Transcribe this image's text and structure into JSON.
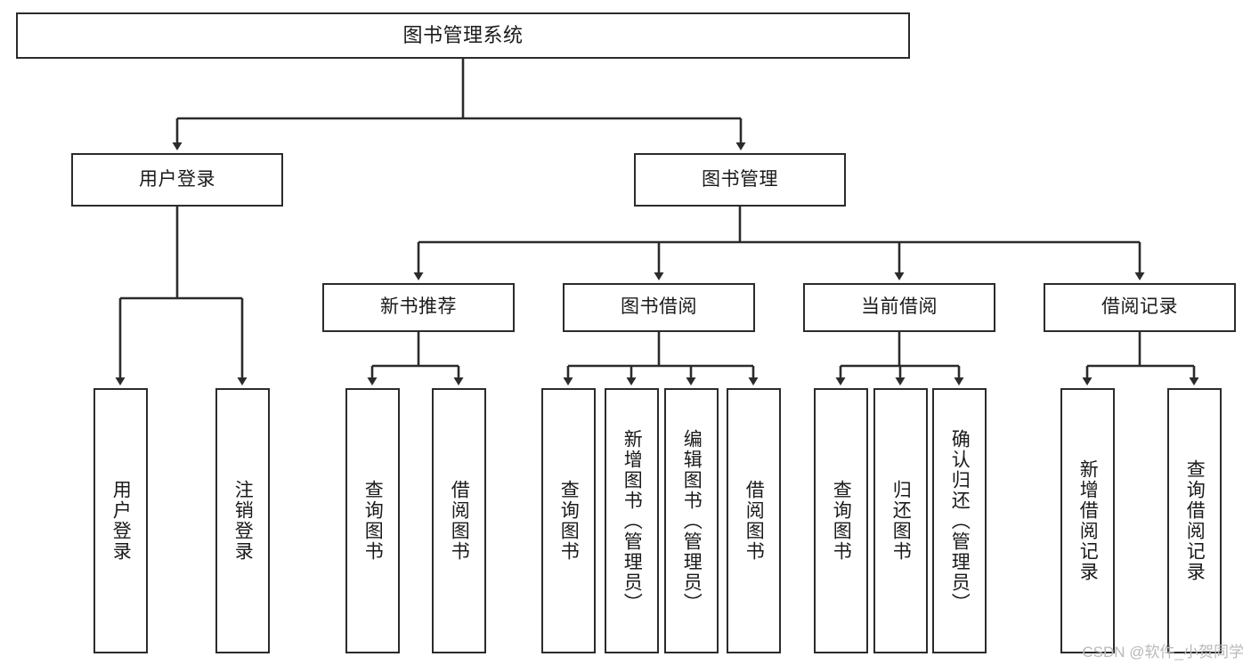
{
  "diagram": {
    "title": "图书管理系统",
    "type": "tree-hierarchy",
    "levels": 4,
    "stroke_color": "#2b2b2b",
    "fill_color": "#ffffff",
    "text_color": "#1a1a1a"
  },
  "nodes": {
    "root": {
      "label": "图书管理系统"
    },
    "level2": [
      {
        "label": "用户登录"
      },
      {
        "label": "图书管理"
      }
    ],
    "level3": [
      {
        "label": "新书推荐"
      },
      {
        "label": "图书借阅"
      },
      {
        "label": "当前借阅"
      },
      {
        "label": "借阅记录"
      }
    ],
    "leaves": {
      "user_login": [
        {
          "label": "用户登录"
        },
        {
          "label": "注销登录"
        }
      ],
      "new_book_recommend": [
        {
          "label": "查询图书"
        },
        {
          "label": "借阅图书"
        }
      ],
      "book_borrow": [
        {
          "label": "查询图书"
        },
        {
          "label": "新增图书（管理员）"
        },
        {
          "label": "编辑图书（管理员）"
        },
        {
          "label": "借阅图书"
        }
      ],
      "current_borrow": [
        {
          "label": "查询图书"
        },
        {
          "label": "归还图书"
        },
        {
          "label": "确认归还（管理员）"
        }
      ],
      "borrow_record": [
        {
          "label": "新增借阅记录"
        },
        {
          "label": "查询借阅记录"
        }
      ]
    }
  },
  "watermark": {
    "text": "CSDN @软件_小贺同学"
  }
}
